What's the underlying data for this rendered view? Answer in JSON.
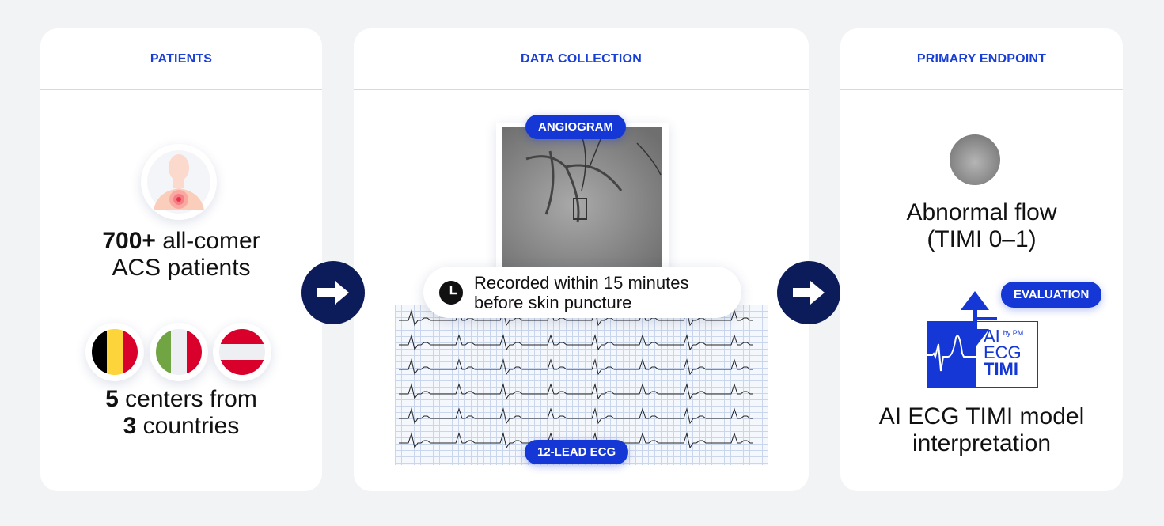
{
  "patients": {
    "header": "PATIENTS",
    "count_bold": "700+",
    "count_rest": " all-comer",
    "count_line2": "ACS patients",
    "centers_bold": "5",
    "centers_rest": " centers from",
    "countries_bold": "3",
    "countries_rest": " countries",
    "flags": [
      "belgium-flag",
      "italy-flag",
      "austria-flag"
    ]
  },
  "data_collection": {
    "header": "DATA COLLECTION",
    "angiogram_label": "ANGIOGRAM",
    "recorded_line1": "Recorded within 15 minutes",
    "recorded_line2": "before skin puncture",
    "ecg_label": "12-LEAD ECG"
  },
  "endpoint": {
    "header": "PRIMARY ENDPOINT",
    "flow_line1": "Abnormal flow",
    "flow_line2": "(TIMI 0–1)",
    "evaluation_label": "EVALUATION",
    "logo": {
      "ai": "AI",
      "by": "by PM",
      "ecg": "ECG",
      "timi": "TIMI"
    },
    "model_line1": "AI ECG TIMI model",
    "model_line2": "interpretation"
  },
  "colors": {
    "accent": "#1437d6",
    "arrow": "#0c1b5a",
    "background": "#f2f3f5"
  }
}
